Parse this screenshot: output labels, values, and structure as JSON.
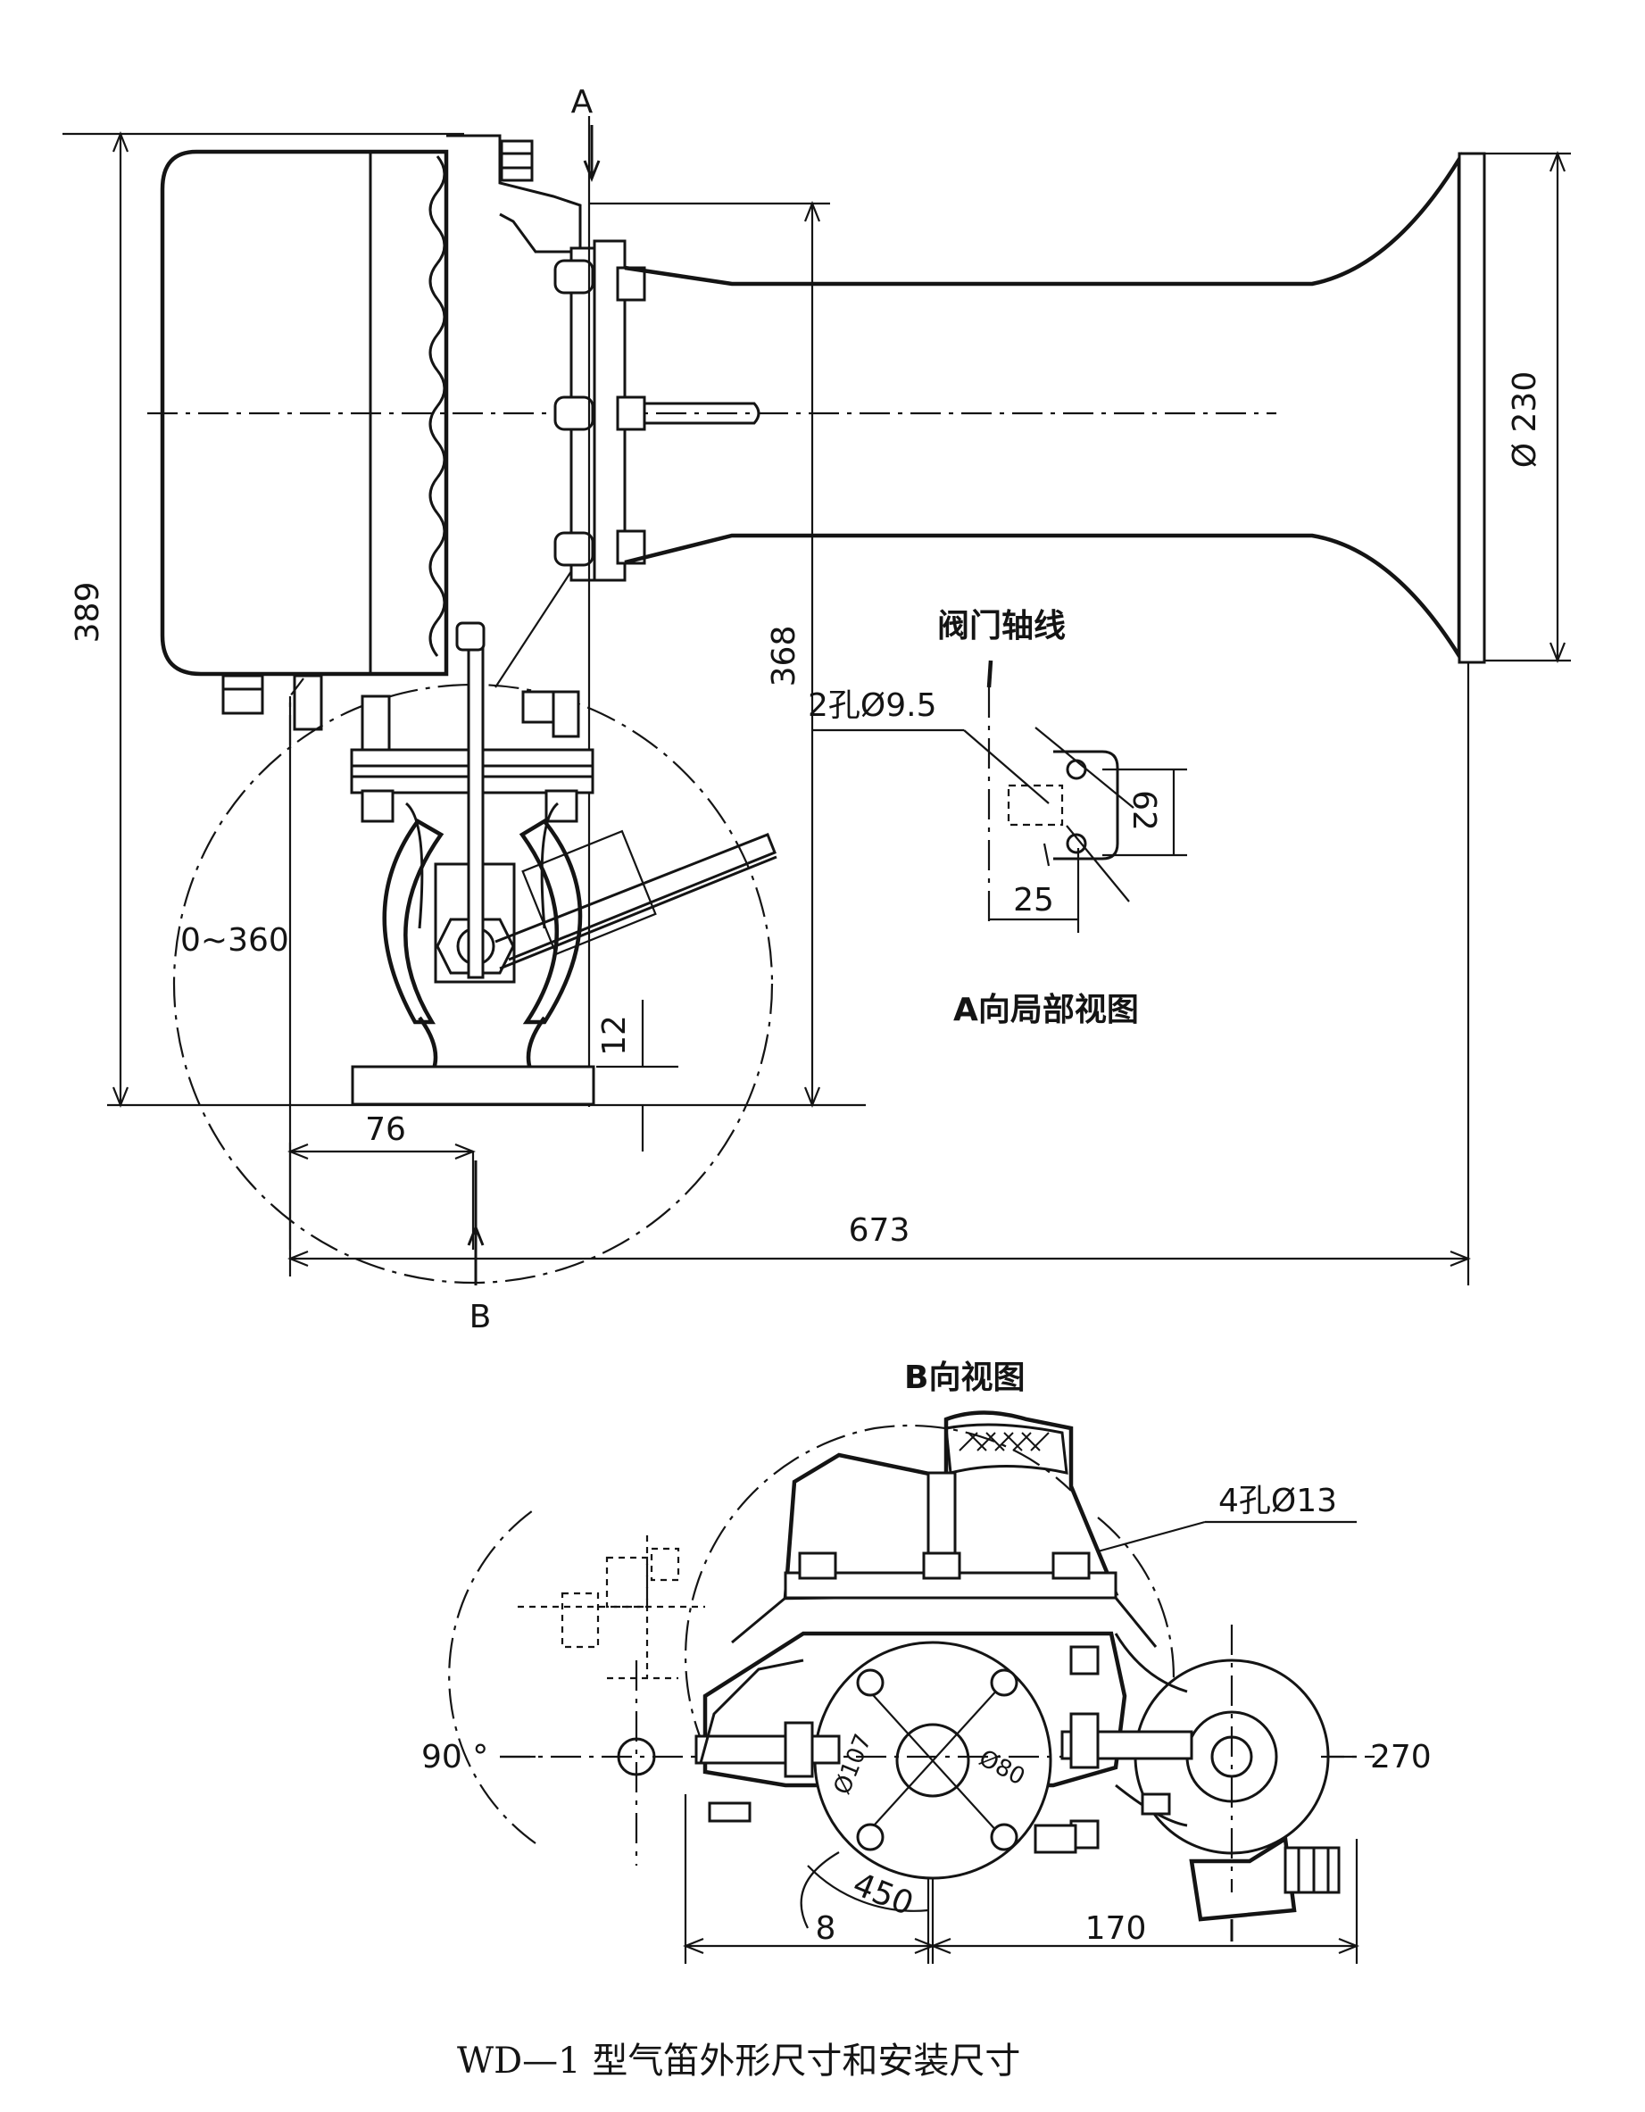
{
  "caption": "WD—1  型气笛外形尺寸和安装尺寸",
  "side_view": {
    "section_marker_top": "A",
    "section_marker_bottom": "B",
    "dim_overall_height": "389",
    "dim_valve_height": "368",
    "dim_bell_diameter": "Ø 230",
    "dim_rotation": "0~360",
    "dim_offset": "76",
    "dim_base": "12",
    "dim_overall_length": "673"
  },
  "view_a": {
    "axis_label": "阀门轴线",
    "hole_label": "2孔Ø9.5",
    "dim_spacing": "62",
    "dim_width": "25",
    "title": "A向局部视图"
  },
  "view_b": {
    "title": "B向视图",
    "hole_label": "4孔Ø13",
    "dim_phi107": "Ø107",
    "dim_phi80": "Ø80",
    "dim_450": "450",
    "dim_90": "90 °",
    "dim_270": "270",
    "dim_8": "8",
    "dim_170": "170"
  }
}
